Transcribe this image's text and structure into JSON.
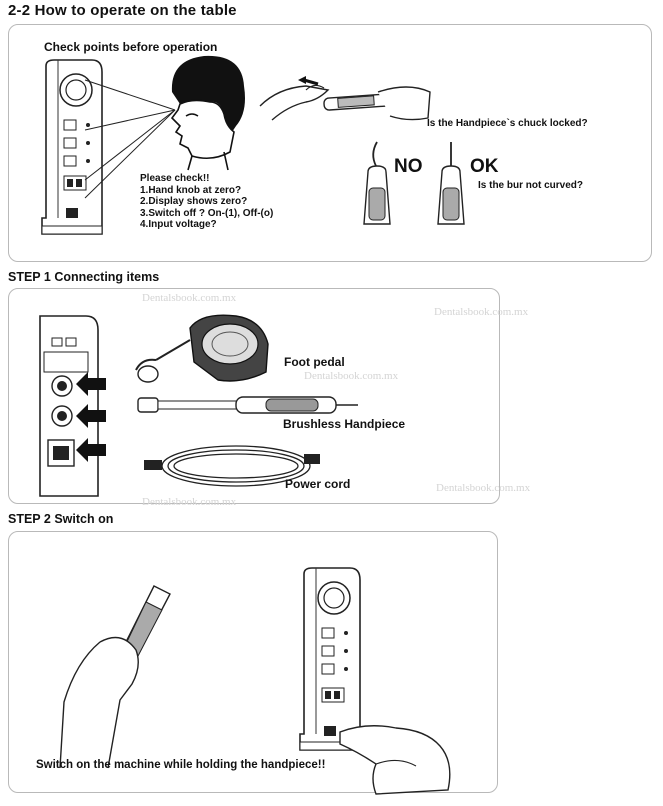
{
  "title": "2-2 How to operate on the table",
  "panel1": {
    "heading": "Check points before operation",
    "checklist_title": "Please check!!",
    "checklist": [
      "1.Hand knob at zero?",
      "2.Display shows zero?",
      "3.Switch off ? On-(1), Off-(o)",
      "4.Input voltage?"
    ],
    "question_chuck": "Is the Handpiece`s chuck locked?",
    "no_label": "NO",
    "ok_label": "OK",
    "question_bur": "Is the bur not curved?"
  },
  "step1": {
    "heading": "STEP 1 Connecting items",
    "foot_pedal": "Foot pedal",
    "handpiece": "Brushless Handpiece",
    "power_cord": "Power cord"
  },
  "step2": {
    "heading": "STEP 2 Switch on",
    "caption": "Switch on the machine while holding the handpiece!!"
  },
  "watermark": "Dentalsbook.com.mx"
}
